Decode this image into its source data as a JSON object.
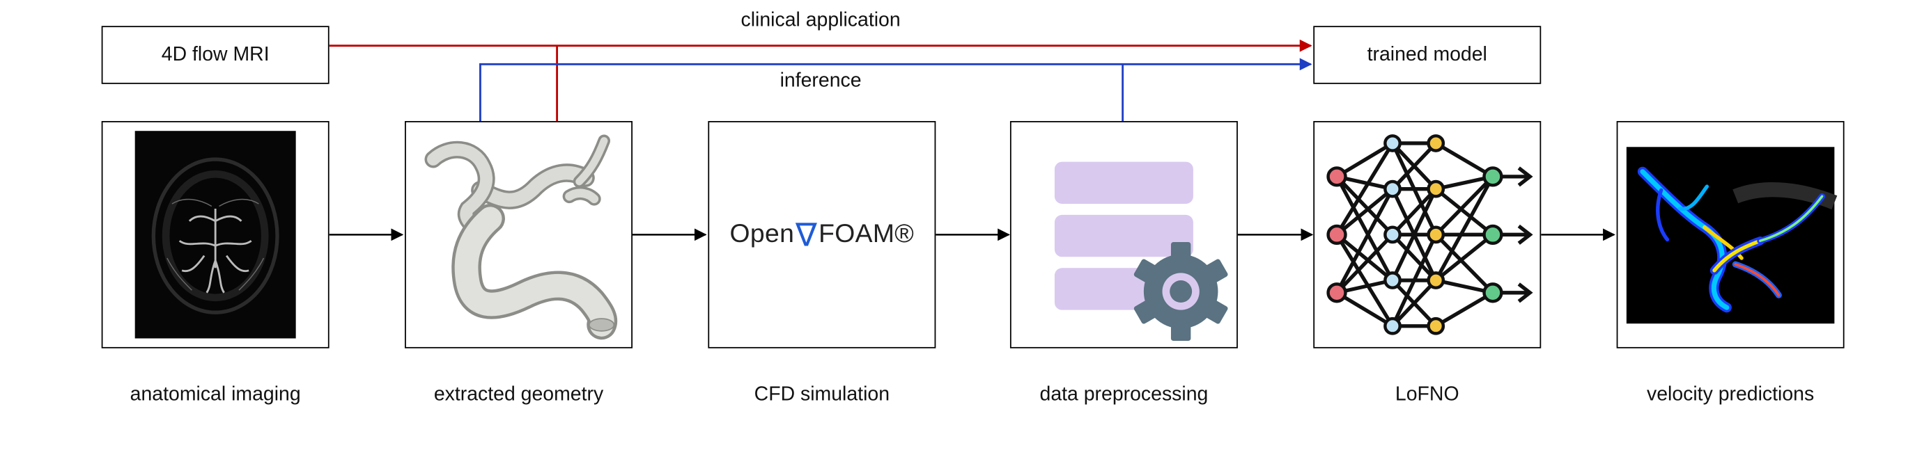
{
  "top_nodes": {
    "source": "4D flow MRI",
    "target": "trained model"
  },
  "edge_labels": {
    "clinical": "clinical application",
    "inference": "inference"
  },
  "stages": [
    {
      "label": "anatomical imaging"
    },
    {
      "label": "extracted geometry"
    },
    {
      "label": "CFD simulation"
    },
    {
      "label": "data preprocessing"
    },
    {
      "label": "LoFNO"
    },
    {
      "label": "velocity predictions"
    }
  ],
  "openfoam_logo": {
    "open": "Open",
    "nabla": "∇",
    "foam": "FOAM®"
  },
  "colors": {
    "clinical_arrow": "#c00000",
    "inference_arrow": "#1f3fc4",
    "database": "#d9c9ef",
    "gear": "#5a7281",
    "node_red": "#e8707a",
    "node_blue": "#bfe3f5",
    "node_yellow": "#f4c542",
    "node_green": "#63c98a"
  }
}
